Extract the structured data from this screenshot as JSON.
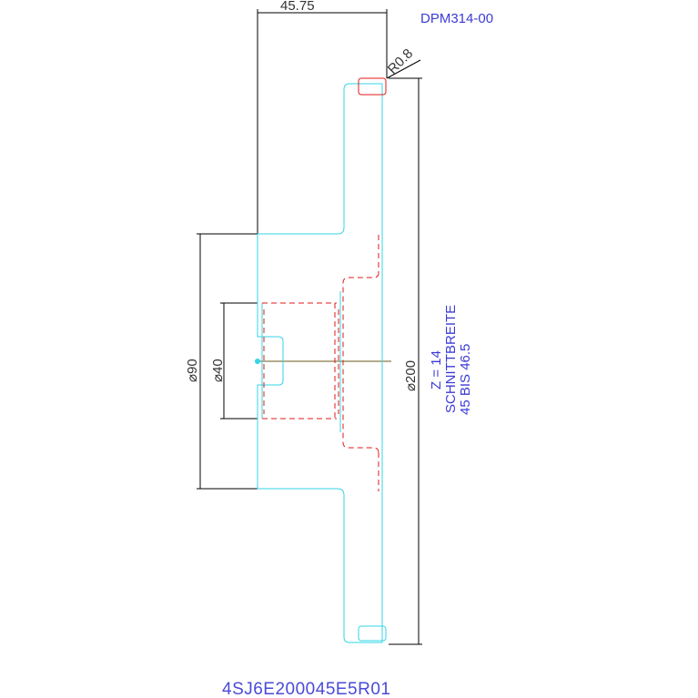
{
  "drawing": {
    "ref_code": "DPM314-00",
    "part_number": "4SJ6E200045E5R01",
    "colors": {
      "geometry": "#33d6e6",
      "hidden": "#e31a1a",
      "annotation": "#3b3bd6",
      "dimension": "#000000"
    }
  },
  "dimensions": {
    "width": "45.75",
    "radius": "R0.8",
    "diameter_outer": "⌀200",
    "diameter_hub": "⌀90",
    "diameter_bore": "⌀40"
  },
  "notes": {
    "line1": "Z = 14",
    "line2": "SCHNITTBREITE",
    "line3": "45 BIS 46.5"
  }
}
